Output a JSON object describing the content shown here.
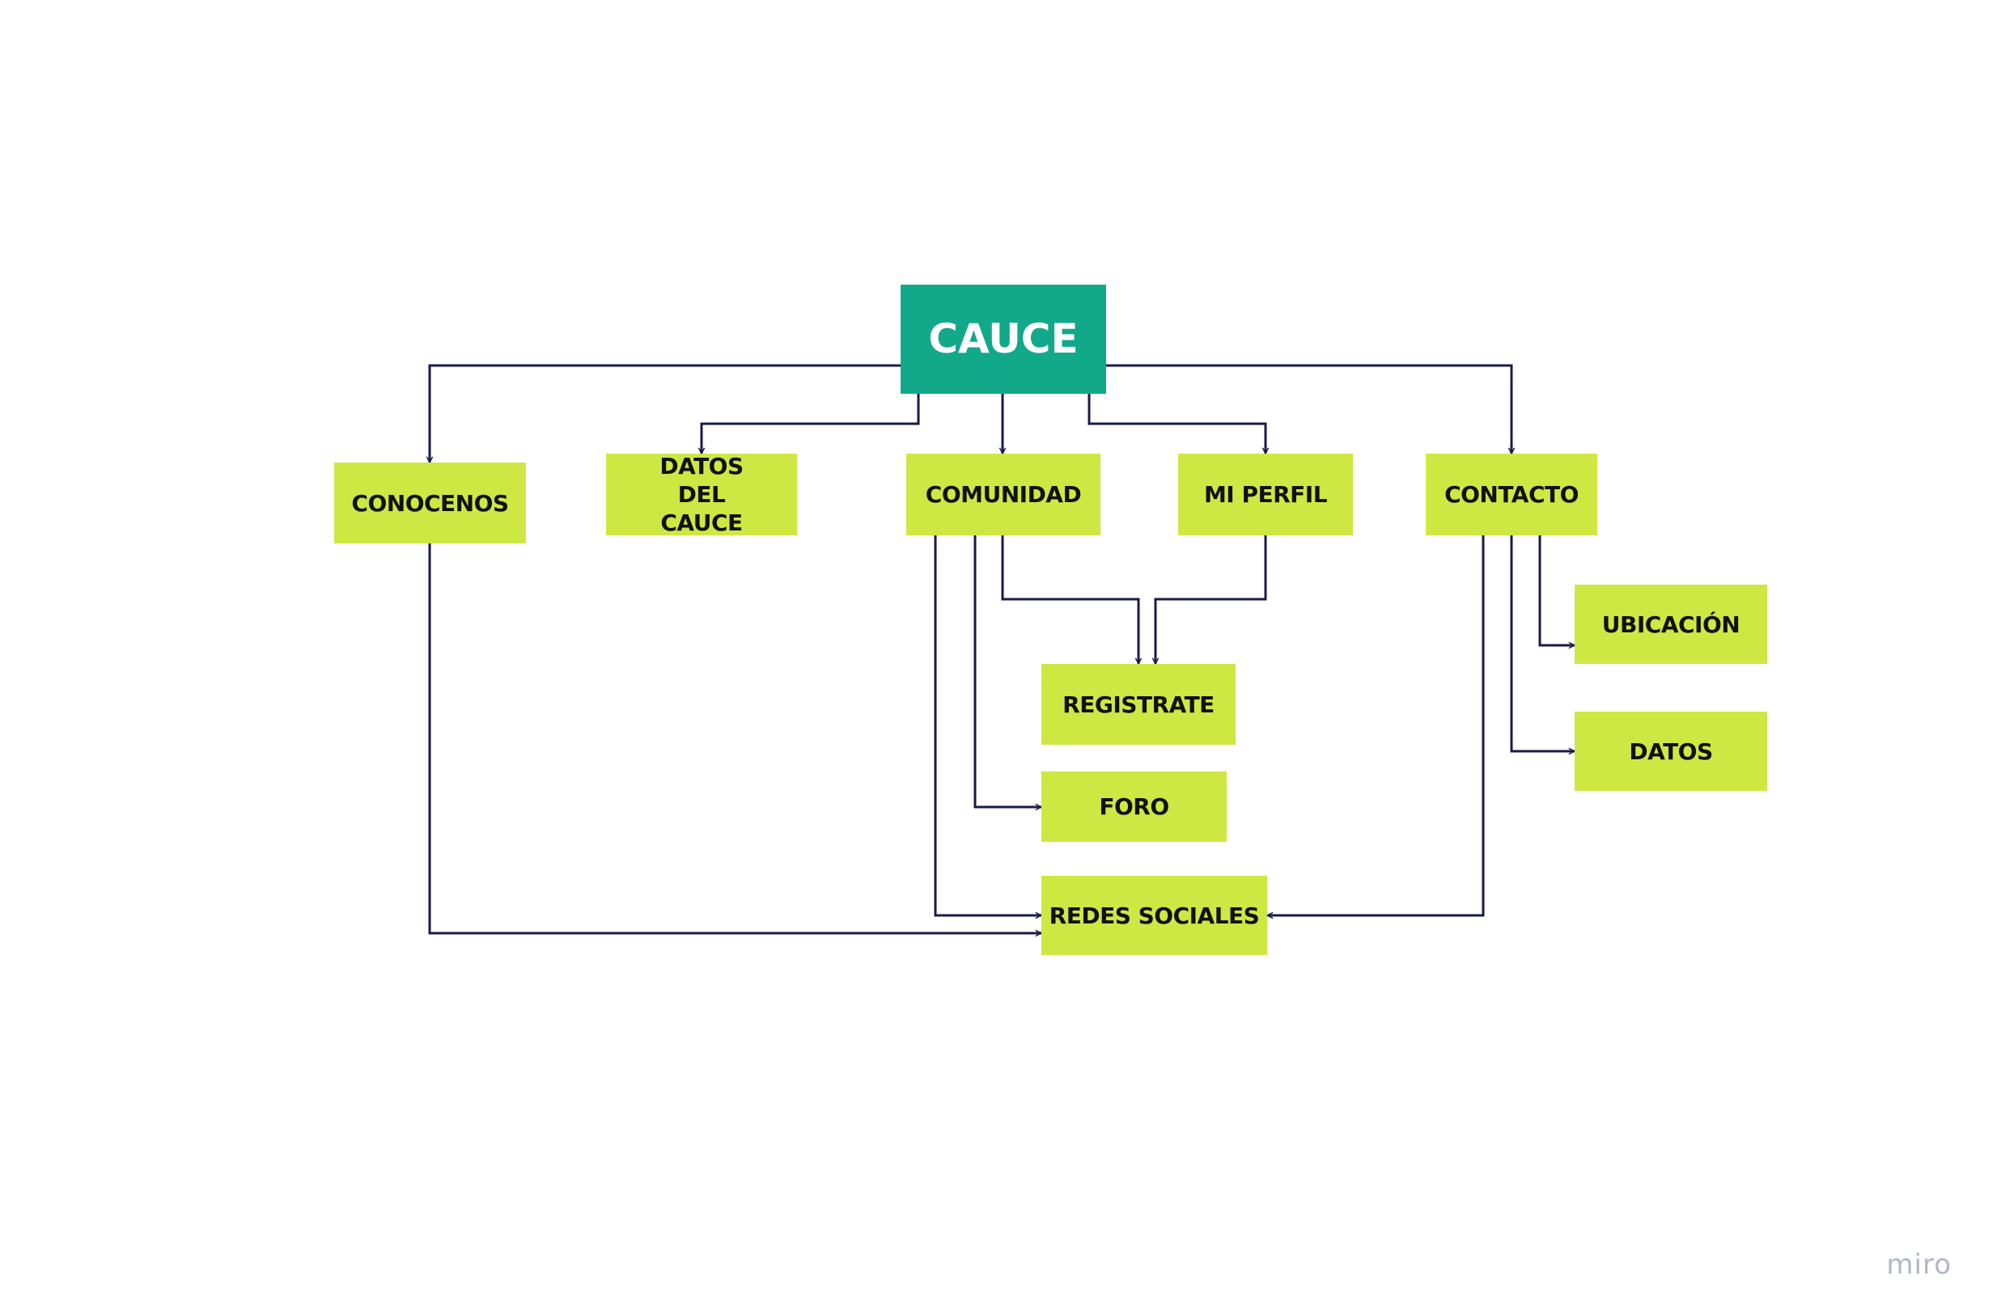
{
  "diagram": {
    "root": {
      "label": "CAUCE"
    },
    "nodes": {
      "conocenos": "CONOCENOS",
      "datos_cauce": "DATOS DEL CAUCE",
      "comunidad": "COMUNIDAD",
      "mi_perfil": "MI PERFIL",
      "contacto": "CONTACTO",
      "registrate": "REGISTRATE",
      "foro": "FORO",
      "redes_sociales": "REDES SOCIALES",
      "ubicacion": "UBICACIÓN",
      "datos": "DATOS"
    },
    "edges": [
      {
        "from": "CAUCE",
        "to": "CONOCENOS"
      },
      {
        "from": "CAUCE",
        "to": "DATOS DEL CAUCE"
      },
      {
        "from": "CAUCE",
        "to": "COMUNIDAD"
      },
      {
        "from": "CAUCE",
        "to": "MI PERFIL"
      },
      {
        "from": "CAUCE",
        "to": "CONTACTO"
      },
      {
        "from": "COMUNIDAD",
        "to": "REGISTRATE"
      },
      {
        "from": "MI PERFIL",
        "to": "REGISTRATE"
      },
      {
        "from": "COMUNIDAD",
        "to": "FORO"
      },
      {
        "from": "COMUNIDAD",
        "to": "REDES SOCIALES"
      },
      {
        "from": "CONOCENOS",
        "to": "REDES SOCIALES"
      },
      {
        "from": "CONTACTO",
        "to": "REDES SOCIALES"
      },
      {
        "from": "CONTACTO",
        "to": "UBICACIÓN"
      },
      {
        "from": "CONTACTO",
        "to": "DATOS"
      }
    ],
    "colors": {
      "root_fill": "#12a98a",
      "node_fill": "#cde843",
      "connector": "#1a1a4a"
    }
  },
  "watermark": "miro"
}
